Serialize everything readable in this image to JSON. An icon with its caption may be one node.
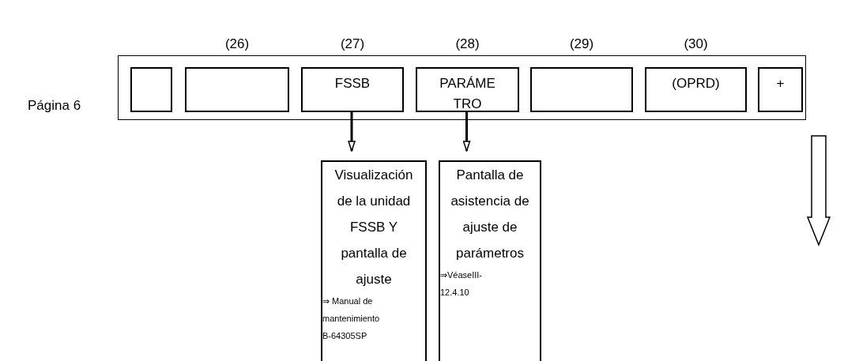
{
  "diagram": {
    "nodes": [
      {
        "text": [],
        "shape": "box",
        "beside": [
          "Página 6"
        ]
      },
      {
        "text": [],
        "shape": "box",
        "in": 0
      },
      {
        "text": [],
        "shape": "box",
        "in": 0,
        "beside": [
          "(26)"
        ]
      },
      {
        "text": [
          "FSSB"
        ],
        "in": 0,
        "beside": [
          "(27)"
        ]
      },
      {
        "text": [
          "PARÁMETRO"
        ],
        "in": 0,
        "beside": [
          "(28)"
        ]
      },
      {
        "text": [],
        "shape": "box",
        "in": 0,
        "beside": [
          "(29)"
        ]
      },
      {
        "text": [
          "(OPRD)"
        ],
        "in": 0,
        "beside": [
          "(30)"
        ]
      },
      {
        "text": [
          "+"
        ],
        "in": 0
      },
      {
        "text": [
          "Visualización de la unidad FSSB Y pantalla de ajuste",
          "⇒ Manual de mantenimiento B-64305SP"
        ]
      },
      {
        "text": [
          "Pantalla de asistencia de ajuste de parámetros",
          "⇒VéaseIII-12.4.10"
        ]
      }
    ],
    "edges": [
      {
        "from": 3,
        "to": 8,
        "arrow": "to"
      },
      {
        "from": 4,
        "to": 9,
        "arrow": "to"
      }
    ]
  }
}
